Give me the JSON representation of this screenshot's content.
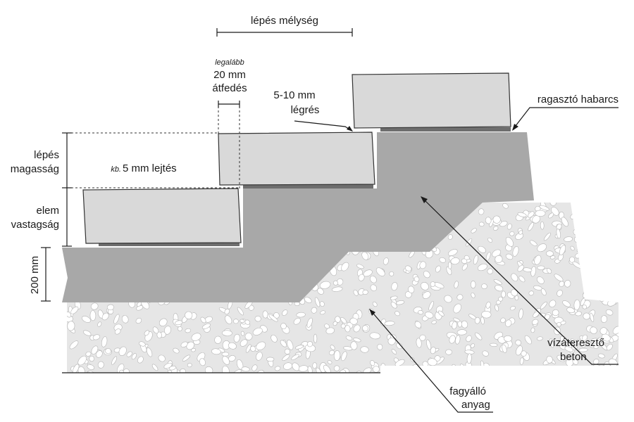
{
  "labels": {
    "step_depth": "lépés mélység",
    "overlap_prefix": "legalább",
    "overlap_line1": "20 mm",
    "overlap_line2": "átfedés",
    "gap_line1": "5-10 mm",
    "gap_line2": "légrés",
    "mortar": "ragasztó habarcs",
    "step_height_line1": "lépés",
    "step_height_line2": "magasság",
    "slope_prefix": "kb.",
    "slope_text": "5 mm lejtés",
    "element_line1": "elem",
    "element_line2": "vastagság",
    "slab": "200 mm",
    "concrete_line1": "vízáteresztő",
    "concrete_line2": "beton",
    "frost_line1": "fagyálló",
    "frost_line2": "anyag"
  },
  "colors": {
    "concrete": "#a8a8a8",
    "stone_face": "#d9d9d9",
    "mortar": "#6e6e6e",
    "gravel_bg": "#e6e6e6",
    "pebble": "#ffffff"
  }
}
